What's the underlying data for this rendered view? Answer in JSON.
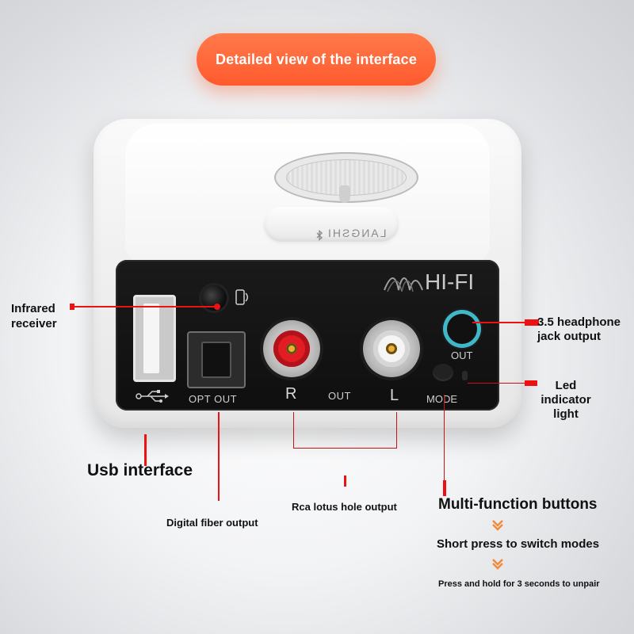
{
  "banner": {
    "title": "Detailed view of the interface"
  },
  "device": {
    "brand": "LANGSHI",
    "hifi": "HI-FI",
    "labels": {
      "opt_out": "OPT OUT",
      "right": "R",
      "out": "OUT",
      "left": "L",
      "hp_out": "OUT",
      "mode": "MODE"
    }
  },
  "callouts": {
    "infrared": "Infrared receiver",
    "usb": "Usb interface",
    "fiber": "Digital fiber output",
    "rca": "Rca lotus hole output",
    "headphone": "3.5 headphone jack output",
    "led": "Led indicator light",
    "multifunction": "Multi-function buttons",
    "short_press": "Short press to switch modes",
    "long_press": "Press and hold for 3 seconds to unpair"
  },
  "colors": {
    "accent": "#ff5a2e",
    "callout_line": "#e11111",
    "hp_ring": "#3fb8c8",
    "rca_red": "#e11c22",
    "rca_white": "#f5f5f5"
  },
  "icons": [
    "bluetooth-icon",
    "usb-icon",
    "infrared-icon",
    "down-arrow-icon"
  ]
}
